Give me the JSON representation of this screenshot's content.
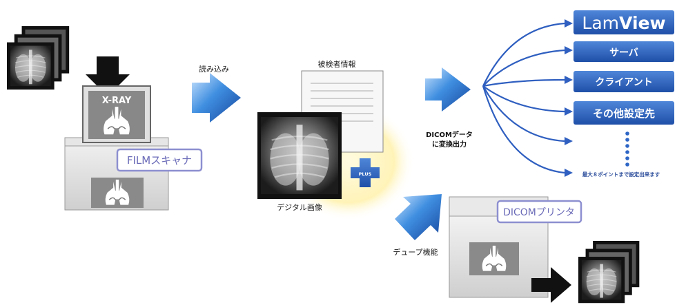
{
  "scanner": {
    "screen_label": "X-RAY",
    "name_label": "FILMスキャナ"
  },
  "steps": {
    "read_label": "読み込み",
    "patient_info_label": "被検者情報",
    "digital_image_label": "デジタル画像",
    "plus_label": "PLUS",
    "convert_label_line1": "DICOMデータ",
    "convert_label_line2": "に変換出力",
    "dupe_label": "デュープ機能"
  },
  "destinations": [
    {
      "label_light": "Lam",
      "label_bold": "View"
    },
    {
      "label": "サーバ"
    },
    {
      "label": "クライアント"
    },
    {
      "label": "その他設定先"
    }
  ],
  "max_points_note": "最大８ポイントまで設定出来ます",
  "printer": {
    "name_label": "DICOMプリンタ"
  },
  "colors": {
    "badge_blue": "#2e66c6",
    "arrow_blue": "#3a7fd6",
    "label_border": "#8d8fd0",
    "label_text": "#6a6ab8",
    "glow_yellow": "#fff6c2"
  }
}
